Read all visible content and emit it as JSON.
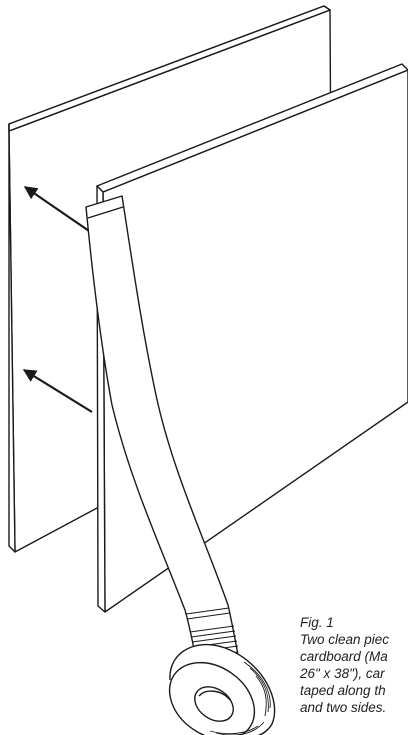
{
  "caption": {
    "figure_label": "Fig. 1",
    "lines": [
      "Two clean piec",
      "cardboard (Ma",
      "26\" x 38\"), car",
      "taped along th",
      "and two sides."
    ]
  },
  "colors": {
    "line": "#1a1a1a",
    "background": "#ffffff",
    "text": "#222222"
  },
  "icons": {
    "arrow": "arrow-left-icon",
    "tape": "tape-roll-icon"
  }
}
